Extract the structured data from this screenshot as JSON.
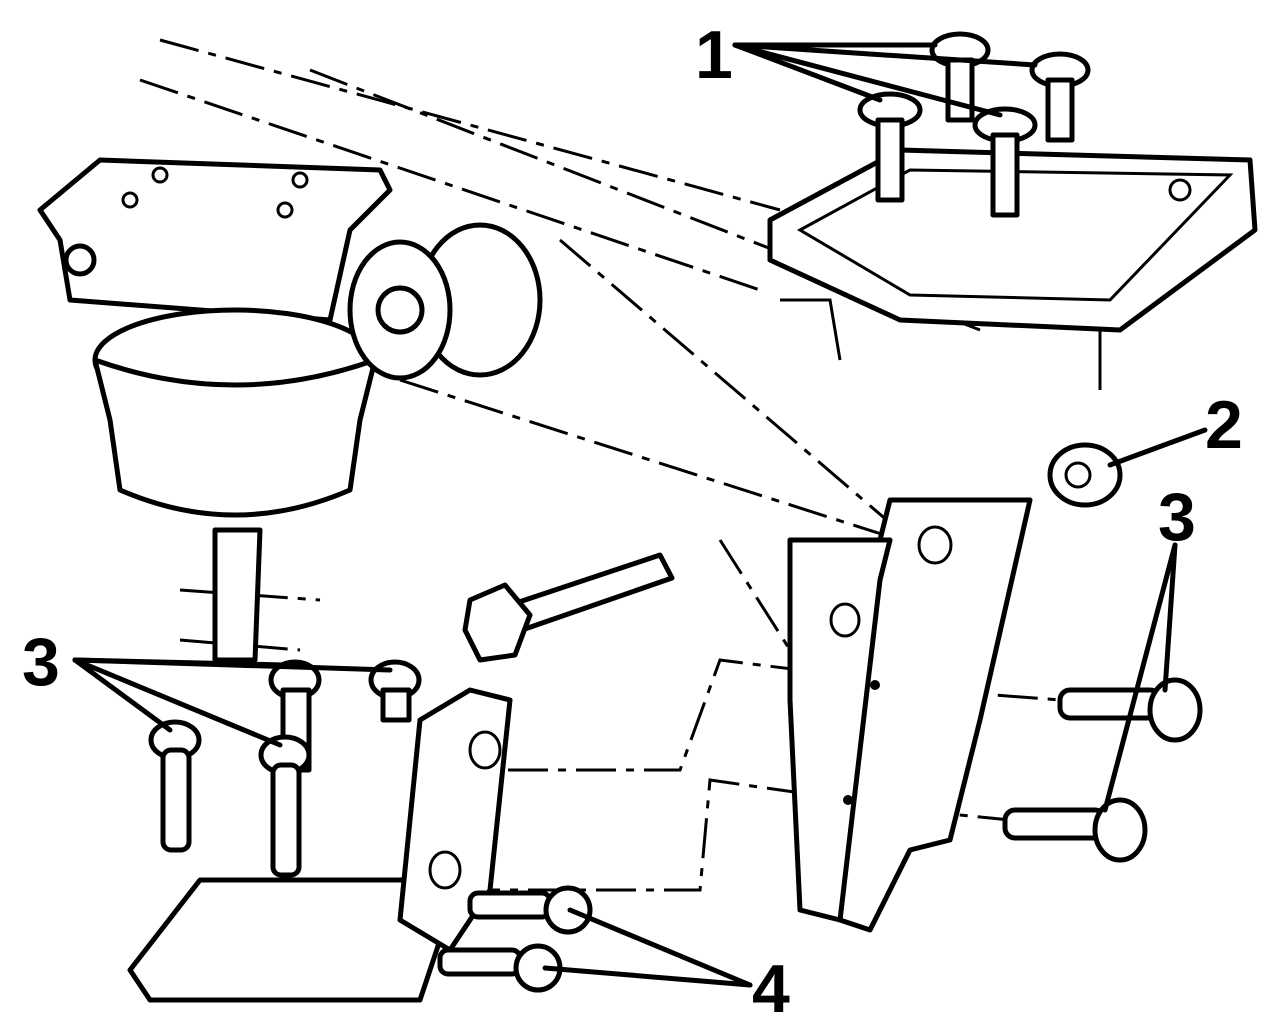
{
  "diagram": {
    "callouts": {
      "bolts_top": "1",
      "nut": "2",
      "bolts_right": "3",
      "bolts_left": "3",
      "bolts_bottom": "4"
    },
    "ink_color": "#000000",
    "background_color": "#ffffff"
  }
}
